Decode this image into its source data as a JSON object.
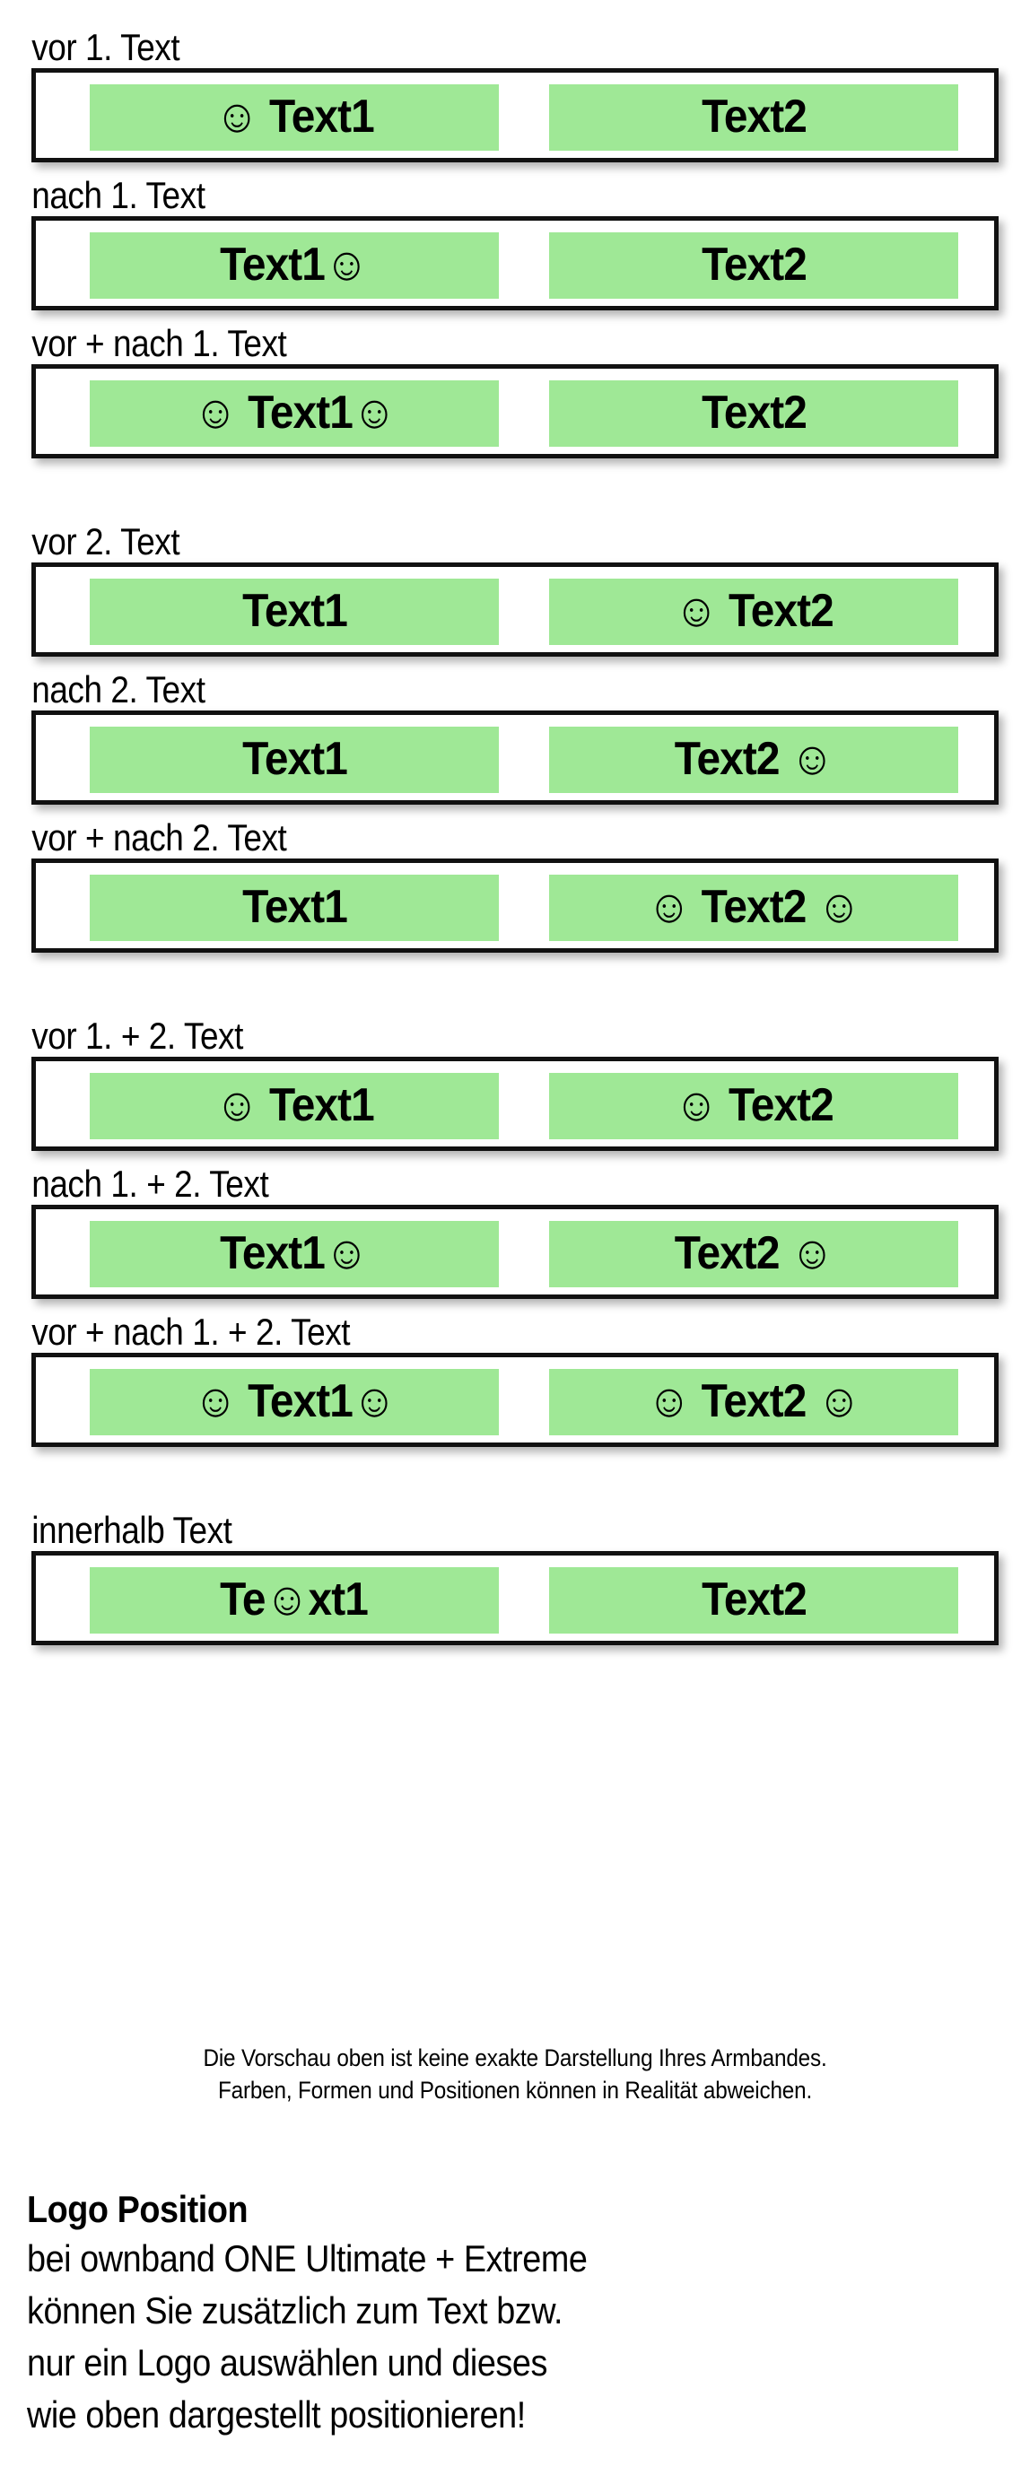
{
  "preview": {
    "smiley_glyph": "☺",
    "field_color": "#9fe896",
    "border_color": "#111111",
    "background_color": "#ffffff",
    "rows": [
      {
        "label": "vor 1. Text",
        "left_text": "☺ Text1",
        "right_text": "Text2",
        "group_end": false
      },
      {
        "label": "nach 1. Text",
        "left_text": "Text1☺",
        "right_text": "Text2",
        "group_end": false
      },
      {
        "label": "vor + nach 1. Text",
        "left_text": "☺ Text1☺",
        "right_text": "Text2",
        "group_end": true
      },
      {
        "label": "vor 2. Text",
        "left_text": "Text1",
        "right_text": "☺ Text2",
        "group_end": false
      },
      {
        "label": "nach 2. Text",
        "left_text": "Text1",
        "right_text": "Text2 ☺",
        "group_end": false
      },
      {
        "label": "vor + nach 2. Text",
        "left_text": "Text1",
        "right_text": "☺ Text2 ☺",
        "group_end": true
      },
      {
        "label": "vor 1. + 2. Text",
        "left_text": "☺ Text1",
        "right_text": "☺ Text2",
        "group_end": false
      },
      {
        "label": "nach 1. + 2. Text",
        "left_text": "Text1☺",
        "right_text": "Text2 ☺",
        "group_end": false
      },
      {
        "label": "vor + nach 1. + 2. Text",
        "left_text": "☺ Text1☺",
        "right_text": "☺ Text2 ☺",
        "group_end": true
      },
      {
        "label": "innerhalb Text",
        "left_text": "Te☺xt1",
        "right_text": "Text2",
        "group_end": false
      }
    ]
  },
  "disclaimer": {
    "line1": "Die Vorschau oben ist keine exakte Darstellung Ihres Armbandes.",
    "line2": "Farben, Formen und Positionen können in Realität abweichen."
  },
  "logo_position": {
    "heading": "Logo Position",
    "line1": "bei ownband ONE Ultimate + Extreme",
    "line2": "können Sie zusätzlich zum Text bzw.",
    "line3": "nur ein Logo auswählen und dieses",
    "line4": "wie oben dargestellt positionieren!"
  }
}
